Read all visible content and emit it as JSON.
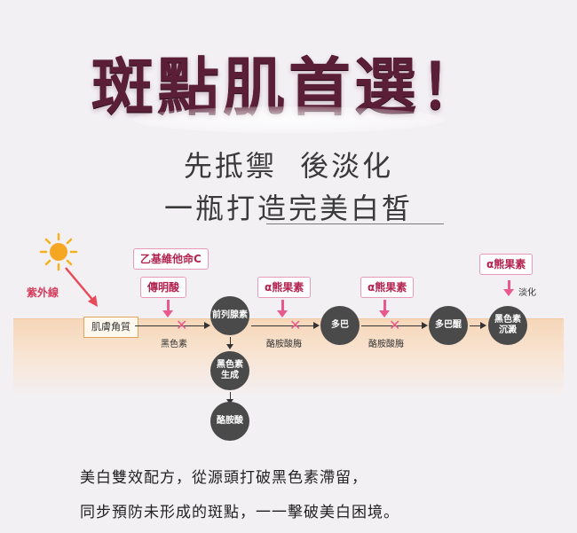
{
  "title": "斑點肌首選！",
  "subtitle1": "先抵禦  後淡化",
  "subtitle2": "一瓶打造完美白皙",
  "diagram": {
    "uv_label": "紫外線",
    "skin_cell": "肌膚角質",
    "ingredient_vitc": "乙基維他命C",
    "ingredient_tranex": "傳明酸",
    "ingredient_arbutin_1": "α熊果素",
    "ingredient_arbutin_2": "α熊果素",
    "ingredient_arbutin_3": "α熊果素",
    "fade_label": "淡化",
    "melanin_label": "黑色素",
    "enzyme_1": "酪胺酸脢",
    "enzyme_2": "酪胺酸脢",
    "node_prostaglandin": "前列腺素",
    "node_melanin_gen": "黑色素\n生成",
    "node_tyrosine": "酪胺酸",
    "node_dopa": "多巴",
    "node_dopaquinone": "多巴醌",
    "node_melanin_deposit": "黑色素\n沉澱"
  },
  "body_line1": "美白雙效配方，從源頭打破黑色素滯留，",
  "body_line2": "同步預防未形成的斑點，一一擊破美白困境。",
  "colors": {
    "title": "#5a1f36",
    "accent": "#e85a8e",
    "node": "#4a4a4a"
  }
}
